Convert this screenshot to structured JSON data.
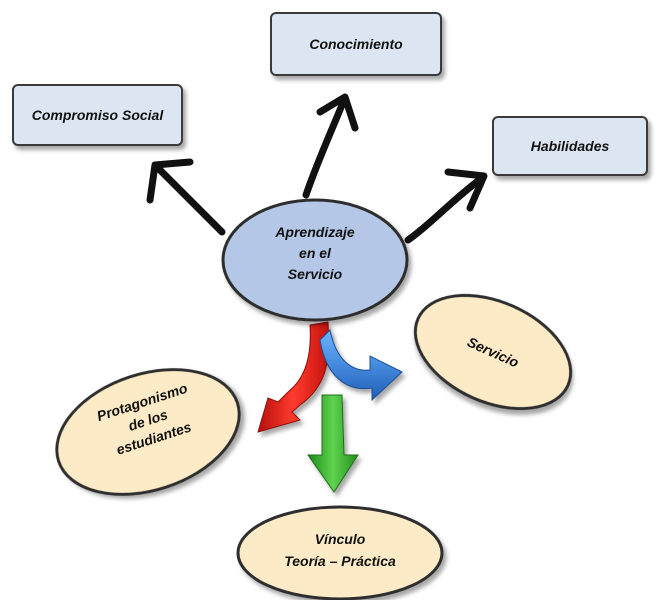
{
  "nodes": {
    "compromiso": "Compromiso Social",
    "conocimiento": "Conocimiento",
    "habilidades": "Habilidades",
    "center": [
      "Aprendizaje",
      "en el",
      "Servicio"
    ],
    "servicio": "Servicio",
    "protagonismo": [
      "Protagonismo",
      "de los",
      "estudiantes"
    ],
    "vinculo": [
      "Vínculo",
      "Teoría – Práctica"
    ]
  },
  "colors": {
    "box_fill": "#dce6f2",
    "center_fill": "#b4c7e7",
    "ellipse_fill": "#fcebc6",
    "arrow_black": "#111111",
    "arrow_red": "#e0201a",
    "arrow_blue": "#2f7fe0",
    "arrow_green": "#36b22c"
  }
}
